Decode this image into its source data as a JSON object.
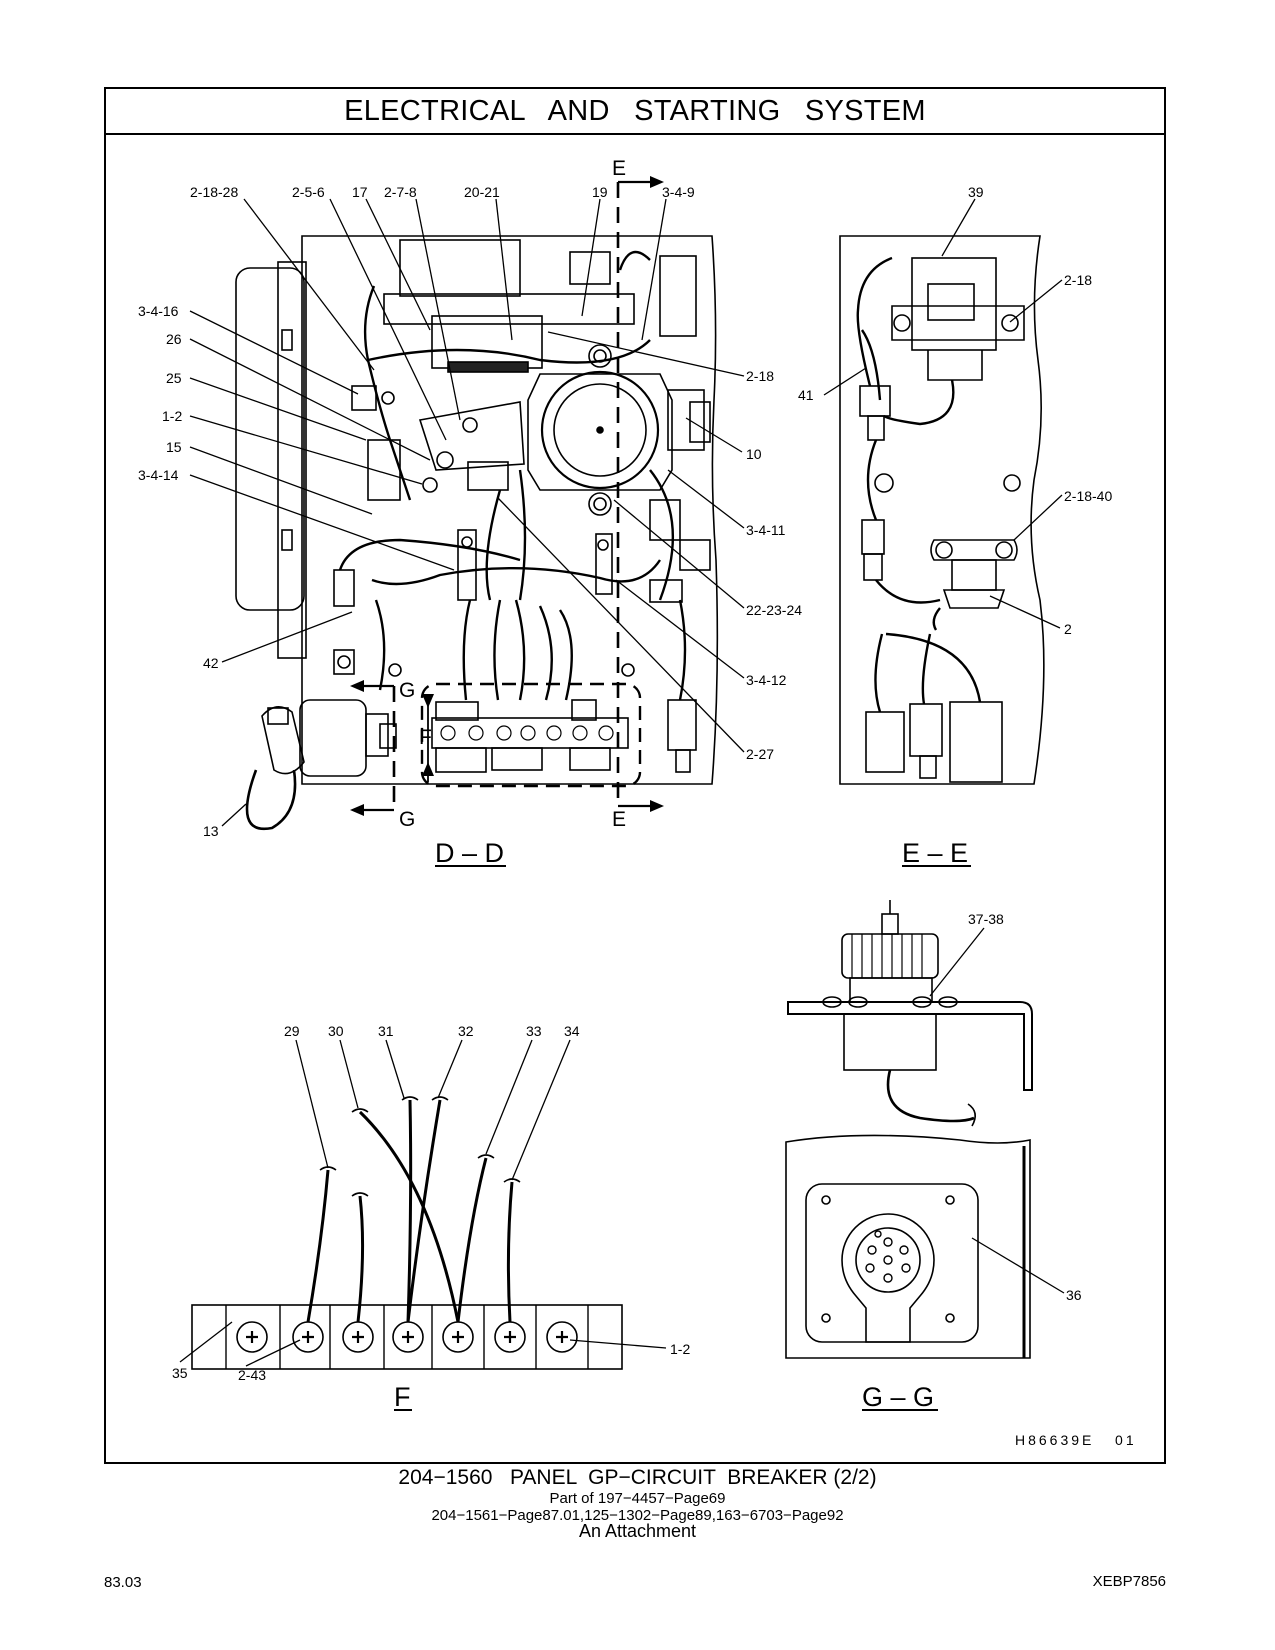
{
  "title": "ELECTRICAL AND STARTING SYSTEM",
  "views": {
    "dd": "D – D",
    "ee": "E – E",
    "f": "F",
    "gg": "G – G"
  },
  "section_marks": {
    "e": "E",
    "g": "G",
    "f": "F"
  },
  "callouts_dd": {
    "c1": "2-18-28",
    "c2": "2-5-6",
    "c3": "17",
    "c4": "2-7-8",
    "c5": "20-21",
    "c6": "19",
    "c7": "3-4-9",
    "c8": "3-4-16",
    "c9": "26",
    "c10": "25",
    "c11": "1-2",
    "c12": "15",
    "c13": "3-4-14",
    "c14": "2-18",
    "c15": "10",
    "c16": "3-4-11",
    "c17": "22-23-24",
    "c18": "3-4-12",
    "c19": "2-27",
    "c20": "42",
    "c21": "13"
  },
  "callouts_ee": {
    "c1": "39",
    "c2": "2-18",
    "c3": "41",
    "c4": "2-18-40",
    "c5": "2"
  },
  "callouts_f": {
    "c1": "29",
    "c2": "30",
    "c3": "31",
    "c4": "32",
    "c5": "33",
    "c6": "34",
    "c7": "35",
    "c8": "2-43",
    "c9": "1-2"
  },
  "callouts_gg": {
    "c1": "37-38",
    "c2": "36"
  },
  "illustration_id": "H86639E   01",
  "caption": {
    "main": "204−1560   PANEL  GP−CIRCUIT  BREAKER (2/2)",
    "line1": "Part of 197−4457−Page69",
    "line2": "204−1561−Page87.01,125−1302−Page89,163−6703−Page92",
    "line3": "An Attachment"
  },
  "page_number": "83.03",
  "doc_code": "XEBP7856"
}
